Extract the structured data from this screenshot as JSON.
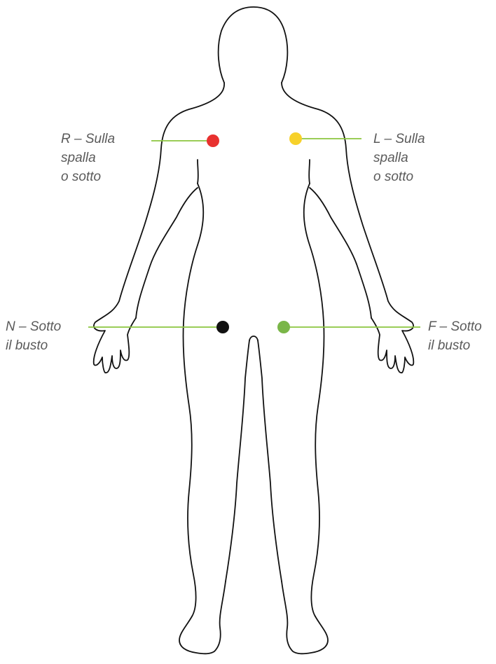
{
  "colors": {
    "outline": "#111111",
    "leader_line": "#8cc63f",
    "electrode_r": "#e8312f",
    "electrode_l": "#f7d12a",
    "electrode_n": "#111111",
    "electrode_f": "#7ab648",
    "label_text": "#5a5a5a"
  },
  "electrodes": {
    "r": {
      "color_name": "red",
      "lines": [
        "R – Sulla",
        "spalla",
        "o sotto"
      ]
    },
    "l": {
      "color_name": "yellow",
      "lines": [
        "L – Sulla",
        "spalla",
        "o sotto"
      ]
    },
    "n": {
      "color_name": "black",
      "lines": [
        "N – Sotto",
        "il busto"
      ]
    },
    "f": {
      "color_name": "green",
      "lines": [
        "F – Sotto",
        "il busto"
      ]
    }
  }
}
